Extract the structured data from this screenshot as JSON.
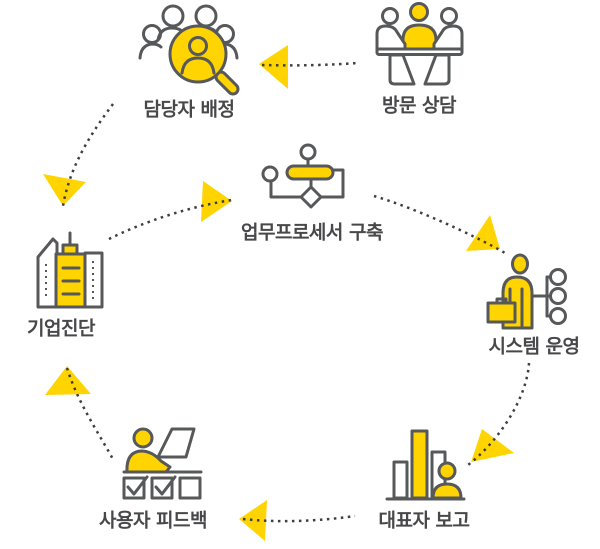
{
  "colors": {
    "yellow": "#FFD400",
    "line": "#57585A",
    "dots": "#3F3F3F",
    "text": "#48484A",
    "background": "#FFFFFF"
  },
  "diagram": {
    "nodes": [
      {
        "id": "visit-consulting",
        "label": "방문 상담",
        "icon": "meeting-icon"
      },
      {
        "id": "assign-manager",
        "label": "담당자 배정",
        "icon": "people-search-icon"
      },
      {
        "id": "company-diagnosis",
        "label": "기업진단",
        "icon": "buildings-icon"
      },
      {
        "id": "process-build",
        "label": "업무프로세서 구축",
        "icon": "flowchart-icon"
      },
      {
        "id": "system-operation",
        "label": "시스템 운영",
        "icon": "person-network-icon"
      },
      {
        "id": "ceo-report",
        "label": "대표자 보고",
        "icon": "bar-chart-person-icon"
      },
      {
        "id": "user-feedback",
        "label": "사용자 피드백",
        "icon": "person-checklist-icon"
      }
    ],
    "edges": [
      {
        "from": "방문 상담",
        "to": "담당자 배정"
      },
      {
        "from": "담당자 배정",
        "to": "기업진단"
      },
      {
        "from": "기업진단",
        "to": "업무프로세서 구축"
      },
      {
        "from": "업무프로세서 구축",
        "to": "시스템 운영"
      },
      {
        "from": "시스템 운영",
        "to": "대표자 보고"
      },
      {
        "from": "대표자 보고",
        "to": "사용자 피드백"
      },
      {
        "from": "사용자 피드백",
        "to": "기업진단"
      }
    ]
  }
}
